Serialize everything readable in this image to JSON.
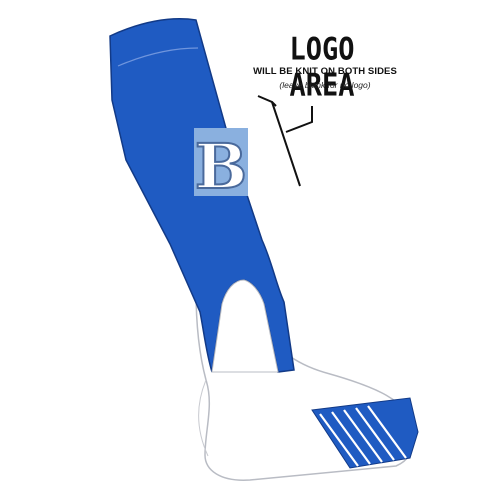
{
  "logo_area": {
    "title": "LOGO AREA",
    "subtitle": "WILL BE KNIT ON BOTH SIDES",
    "note": "(leave blank for no logo)"
  },
  "logo": {
    "letter": "B"
  },
  "colors": {
    "sock_body": "#1f5bc2",
    "sock_outline": "#123a87",
    "foot_white": "#ffffff",
    "foot_outline": "#b9bcc4",
    "logo_box": "#8ab0df",
    "logo_letter_fill": "#ffffff",
    "logo_letter_outline": "#4a6a9c",
    "bracket_line": "#111111"
  },
  "icons": {
    "sock": "baseball-stirrup-sock-icon",
    "bracket": "bracket-pointer-icon"
  }
}
